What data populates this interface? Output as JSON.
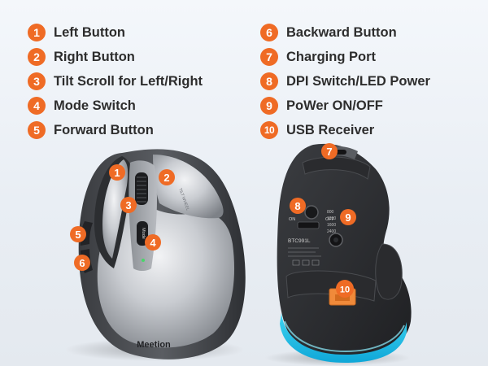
{
  "accent_color": "#ef6b25",
  "legend": {
    "items": [
      {
        "number": "1",
        "label": "Left Button"
      },
      {
        "number": "2",
        "label": "Right Button"
      },
      {
        "number": "3",
        "label": "Tilt Scroll for Left/Right"
      },
      {
        "number": "4",
        "label": "Mode Switch"
      },
      {
        "number": "5",
        "label": "Forward Button"
      },
      {
        "number": "6",
        "label": "Backward Button"
      },
      {
        "number": "7",
        "label": "Charging Port"
      },
      {
        "number": "8",
        "label": "DPI Switch/LED Power"
      },
      {
        "number": "9",
        "label": "PoWer ON/OFF"
      },
      {
        "number": "10",
        "label": "USB Receiver"
      }
    ]
  },
  "top_view": {
    "brand": "Meetion",
    "side_print": "TILT WHEEL",
    "mode_label": "Mode"
  },
  "bottom_view": {
    "on_label": "ON",
    "off_label": "OFF",
    "model": "BTC991L",
    "dpi_values": [
      "800",
      "1200",
      "1600",
      "2400"
    ]
  }
}
